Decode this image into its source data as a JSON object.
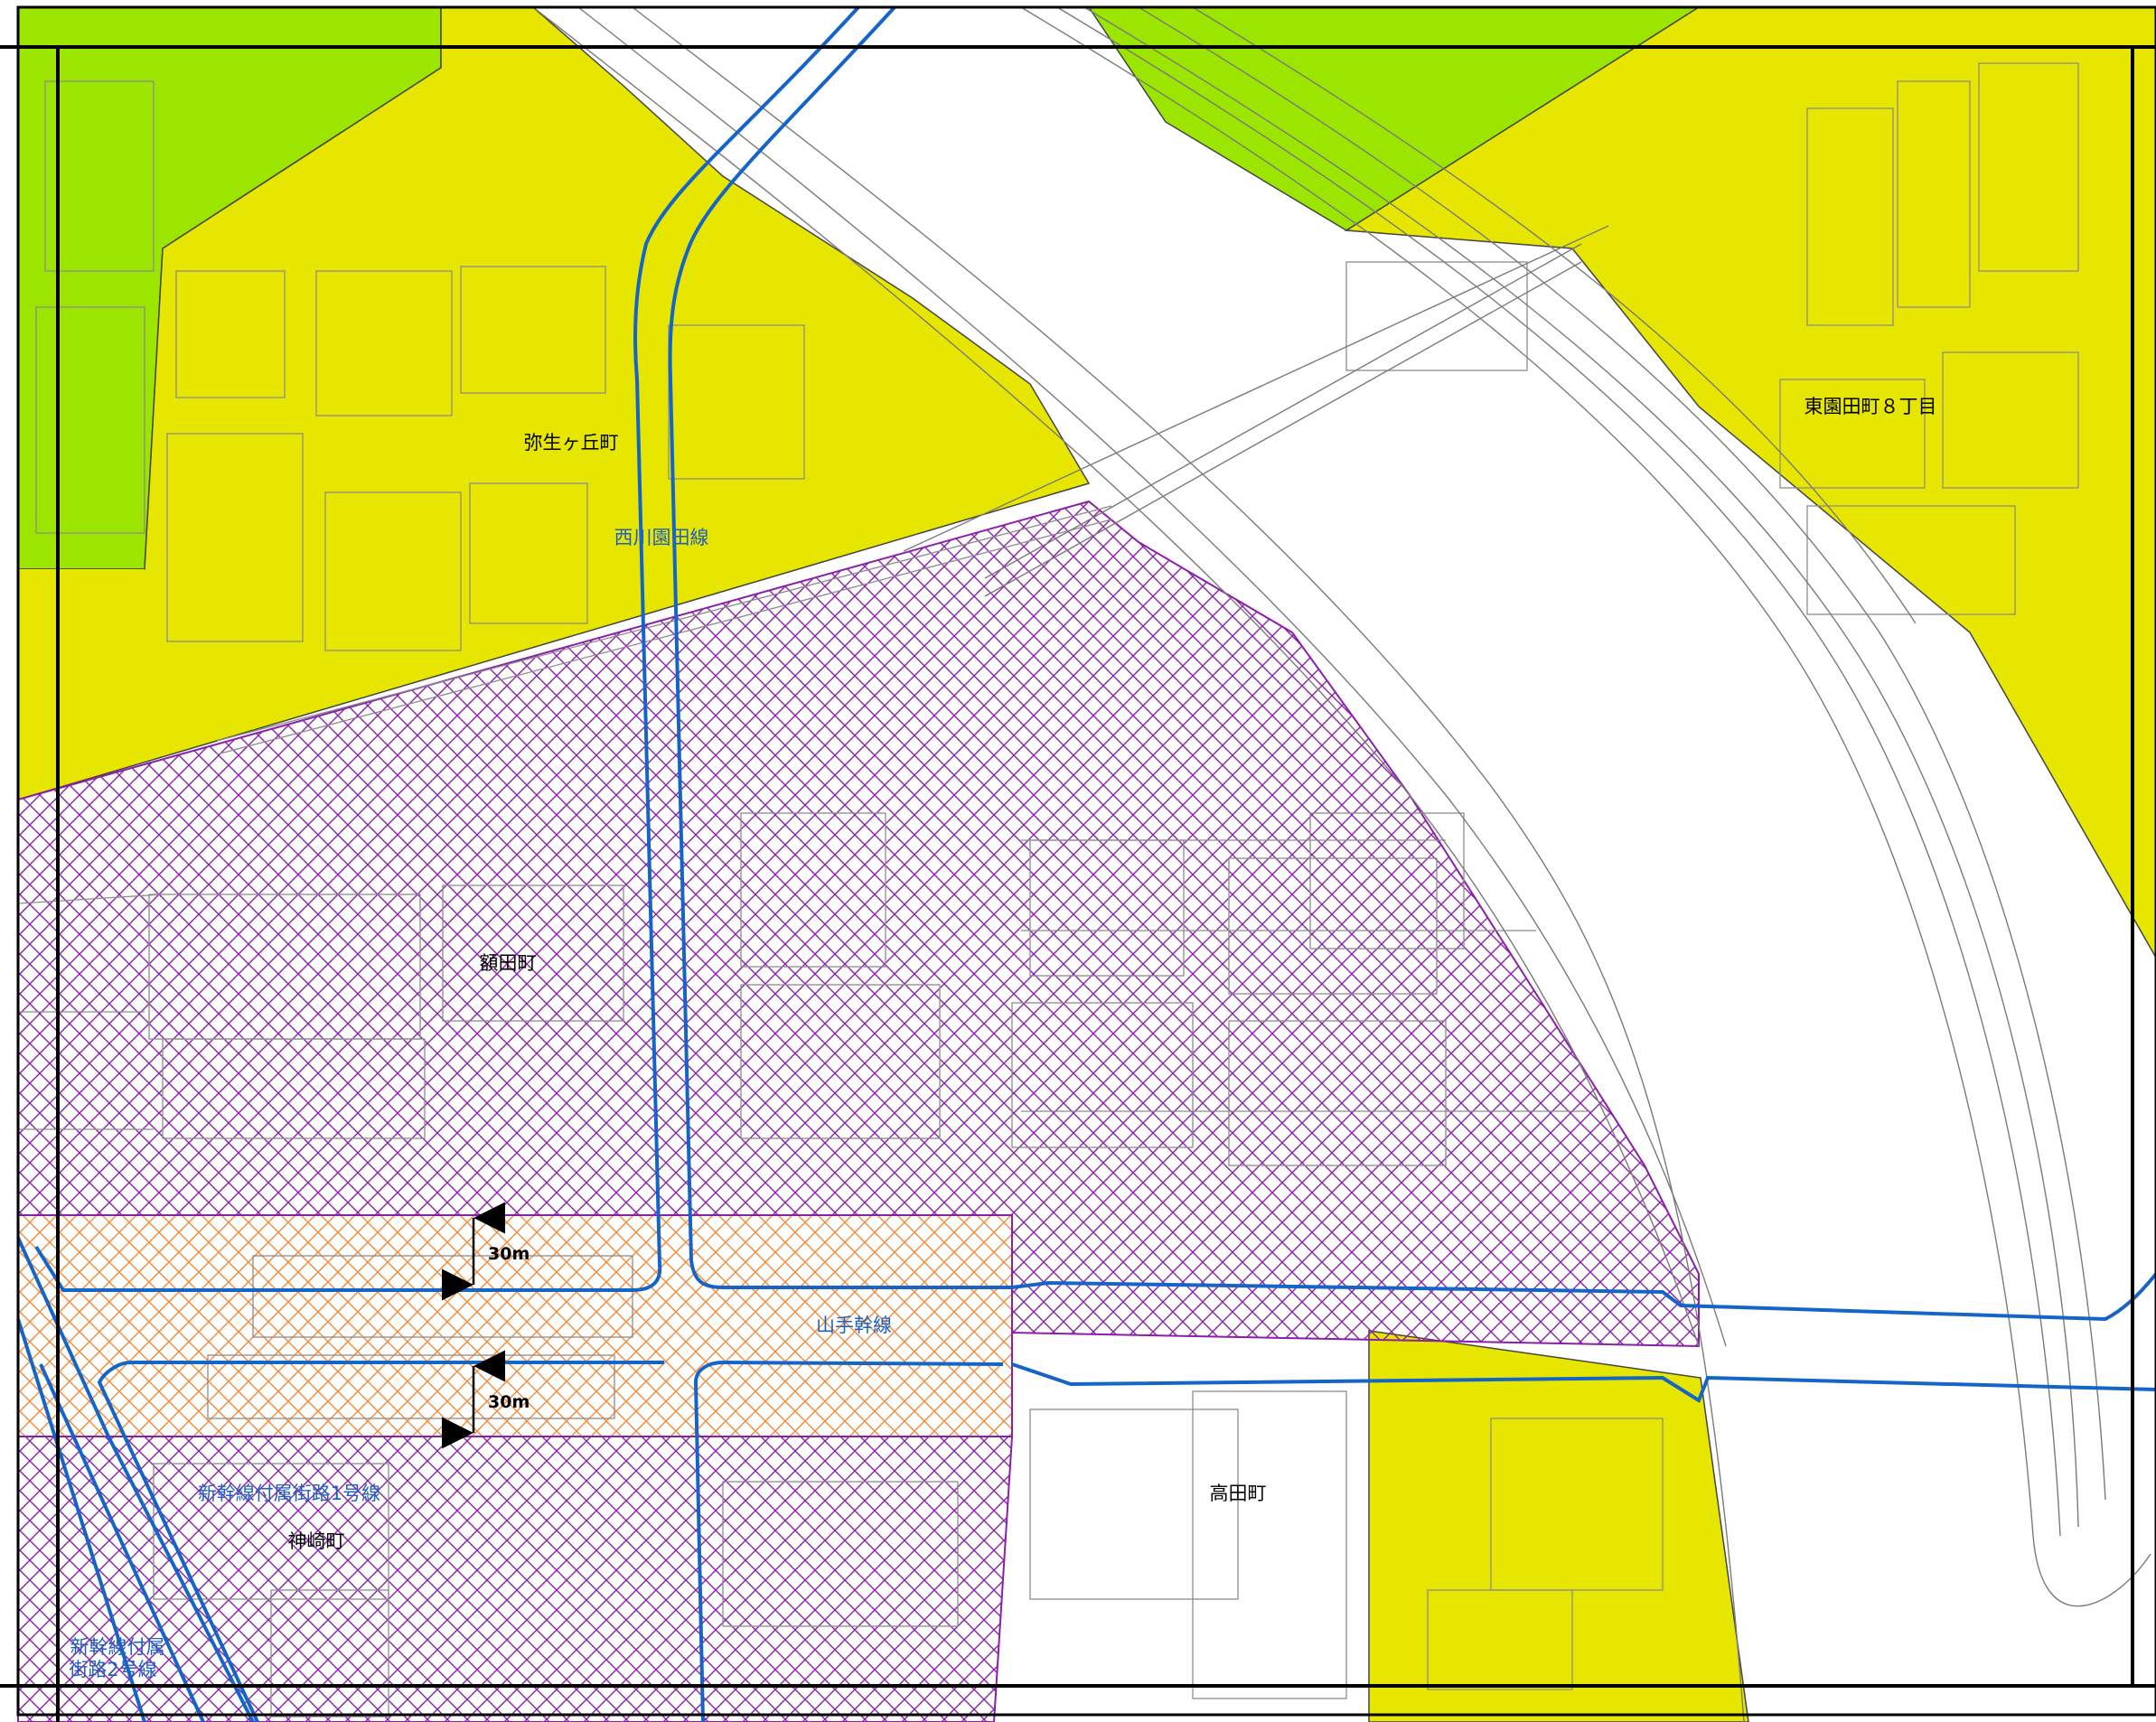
{
  "map": {
    "town_labels": {
      "yayoigaoka": "弥生ヶ丘町",
      "higashisonoda": "東園田町８丁目",
      "nukata": "額田町",
      "takata": "高田町",
      "kanzaki": "神崎町"
    },
    "road_labels": {
      "nishikawa_sonoda": "西川園田線",
      "yamate_kansen": "山手幹線",
      "shinkansen_1": "新幹線付属街路1号線",
      "shinkansen_2_line1": "新幹線付属",
      "shinkansen_2_line2": "街路2号線"
    },
    "dimension_labels": {
      "upper_width": "30m",
      "lower_width": "30m"
    },
    "colors": {
      "green_zone": "#9be500",
      "yellow_zone": "#e6e600",
      "purple_hatch": "#8a1fa8",
      "orange_hatch": "#f08a3a",
      "road_line_blue": "#1565c8",
      "label_blue": "#2060c0",
      "frame": "#000000",
      "parcel_line": "#8c8c8c"
    }
  }
}
